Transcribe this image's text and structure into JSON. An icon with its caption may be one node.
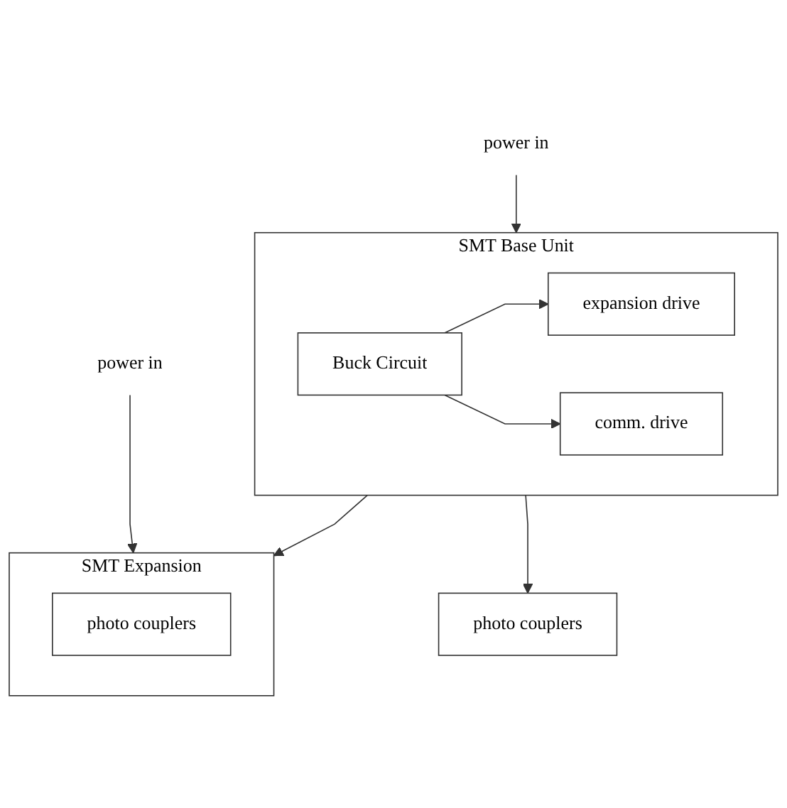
{
  "diagram": {
    "nodes": [
      {
        "text": [
          "power in"
        ]
      },
      {
        "text": [
          "SMT Base Unit"
        ]
      },
      {
        "text": [
          "Buck Circuit"
        ],
        "in": 1
      },
      {
        "text": [
          "expansion drive"
        ],
        "in": 1
      },
      {
        "text": [
          "comm. drive"
        ],
        "in": 1
      },
      {
        "text": [
          "power in"
        ]
      },
      {
        "text": [
          "SMT Expansion"
        ]
      },
      {
        "text": [
          "photo couplers"
        ],
        "in": 6
      },
      {
        "text": [
          "photo couplers"
        ]
      }
    ],
    "edges": [
      {
        "from": 0,
        "to": 1,
        "arrow": "to"
      },
      {
        "from": 2,
        "to": 3,
        "arrow": "to"
      },
      {
        "from": 2,
        "to": 4,
        "arrow": "to"
      },
      {
        "from": 5,
        "to": 6,
        "arrow": "to"
      },
      {
        "from": 1,
        "to": 6,
        "arrow": "to"
      },
      {
        "from": 1,
        "to": 8,
        "arrow": "to"
      }
    ]
  }
}
